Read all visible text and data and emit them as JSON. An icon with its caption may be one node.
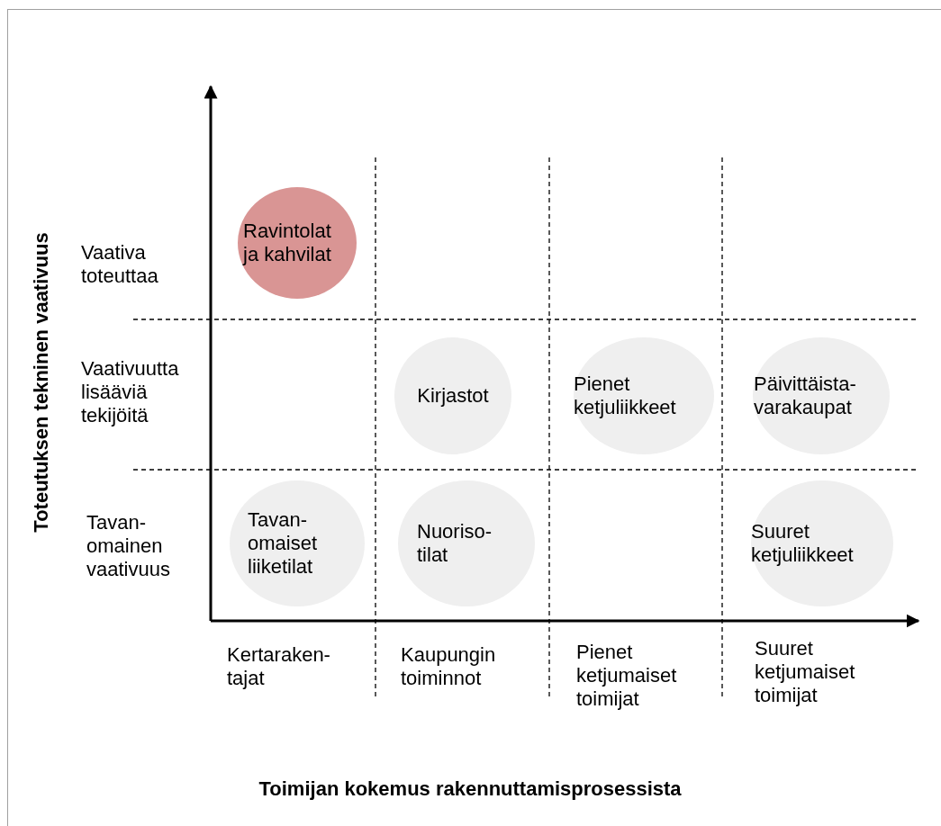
{
  "diagram": {
    "nodes": [
      {
        "text": [
          "Ravintolat ja kahvilat"
        ]
      },
      {
        "text": [
          "Kirjastot"
        ]
      },
      {
        "text": [
          "Pienet ketjuliikkeet"
        ]
      },
      {
        "text": [
          "Päivittäista- varakaupat"
        ]
      },
      {
        "text": [
          "Tavan- omaiset liiketilat"
        ]
      },
      {
        "text": [
          "Nuoriso- tilat"
        ]
      },
      {
        "text": [
          "Suuret ketjuliikkeet"
        ]
      }
    ],
    "edges": [],
    "labels": [
      "Toteutuksen tekninen vaativuus",
      "Vaativa toteuttaa",
      "Vaativuutta lisääviä tekijöitä",
      "Tavan- omainen vaativuus",
      "Kertaraken- tajat",
      "Kaupungin toiminnot",
      "Pienet ketjumaiset toimijat",
      "Suuret ketjumaiset toimijat",
      "Toimijan kokemus rakennuttamisprosessista"
    ]
  }
}
